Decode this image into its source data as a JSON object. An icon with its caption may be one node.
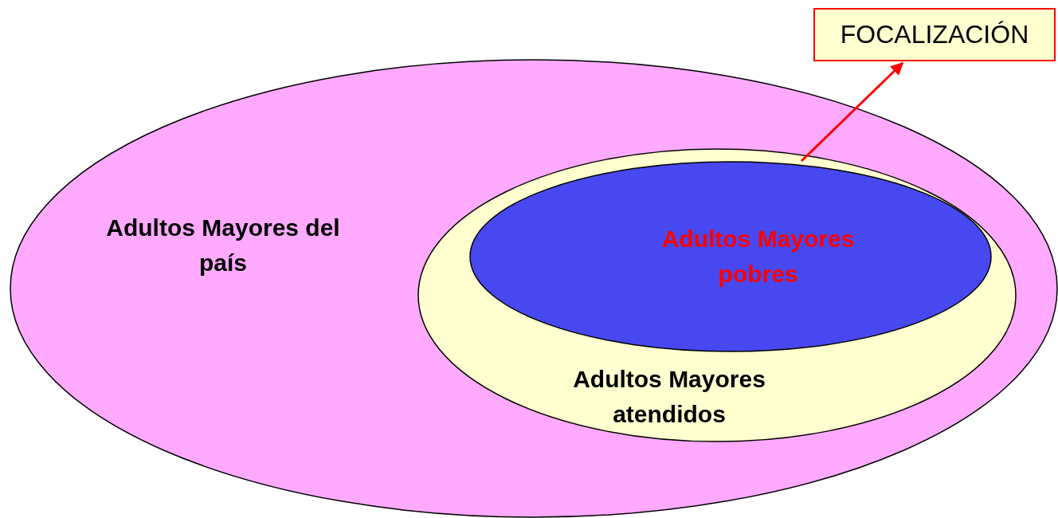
{
  "diagram": {
    "nodes": [
      {
        "text": [
          "Adultos Mayores del país"
        ]
      },
      {
        "text": [
          "Adultos Mayores atendidos"
        ],
        "in": 0
      },
      {
        "text": [
          "Adultos Mayores pobres"
        ],
        "in": 1
      },
      {
        "text": [
          "FOCALIZACIÓN"
        ]
      }
    ],
    "edges": [
      {
        "from": 1,
        "to": 3,
        "arrow": "to",
        "color": "#ff0000"
      }
    ]
  }
}
